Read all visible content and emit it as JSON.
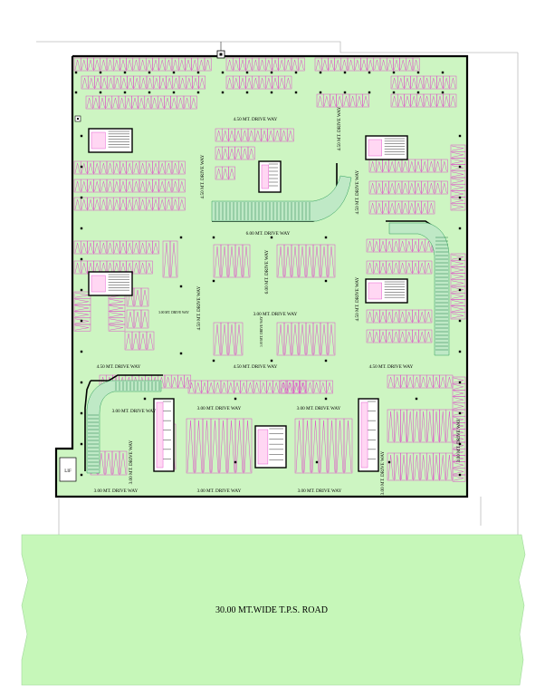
{
  "colors": {
    "floor": "#cdf5c2",
    "bay_stroke": "#e03cc8",
    "wall": "#000000",
    "stair_green": "#2e9d5a",
    "road": "#c6f7b9"
  },
  "road_label": "30.00 MT.WIDE T.P.S. ROAD",
  "lift_label": "LIF",
  "drive_labels": {
    "top_center": "4.50 MT. DRIVE WAY",
    "upper_mid_center": "6.00 MT. DRIVE WAY",
    "mid_center": "3.00 MT. DRIVE WAY",
    "mid_small": "3.00 MT. DRIVE WAY",
    "lower_left": "4.50 MT. DRIVE WAY",
    "lower_center": "4.50 MT. DRIVE WAY",
    "lower_right": "4.50 MT. DRIVE WAY",
    "bottom_left": "3.00 MT. DRIVE WAY",
    "bottom_center": "3.00 MT. DRIVE WAY",
    "bottom_right": "3.00 MT. DRIVE WAY",
    "lower_strip_left": "3.00 MT. DRIVE WAY",
    "lower_strip_center": "3.00 MT. DRIVE WAY",
    "lower_strip_right": "3.00 MT. DRIVE WAY",
    "vertical_left_upper": "4.50 MT. DRIVE WAY",
    "vertical_left_mid": "4.50 MT. DRIVE WAY",
    "vertical_right_upper": "4.50 MT. DRIVE WAY",
    "vertical_right_mid": "4.50 MT. DRIVE WAY",
    "vertical_center": "6.00 MT. DRIVE WAY",
    "vertical_lower_left": "3.00 MT. DRIVE WAY",
    "vertical_lower_right": "3.00 MT. DRIVE WAY",
    "vertical_far_right": "3.00 MT. DRIVE WAY"
  }
}
